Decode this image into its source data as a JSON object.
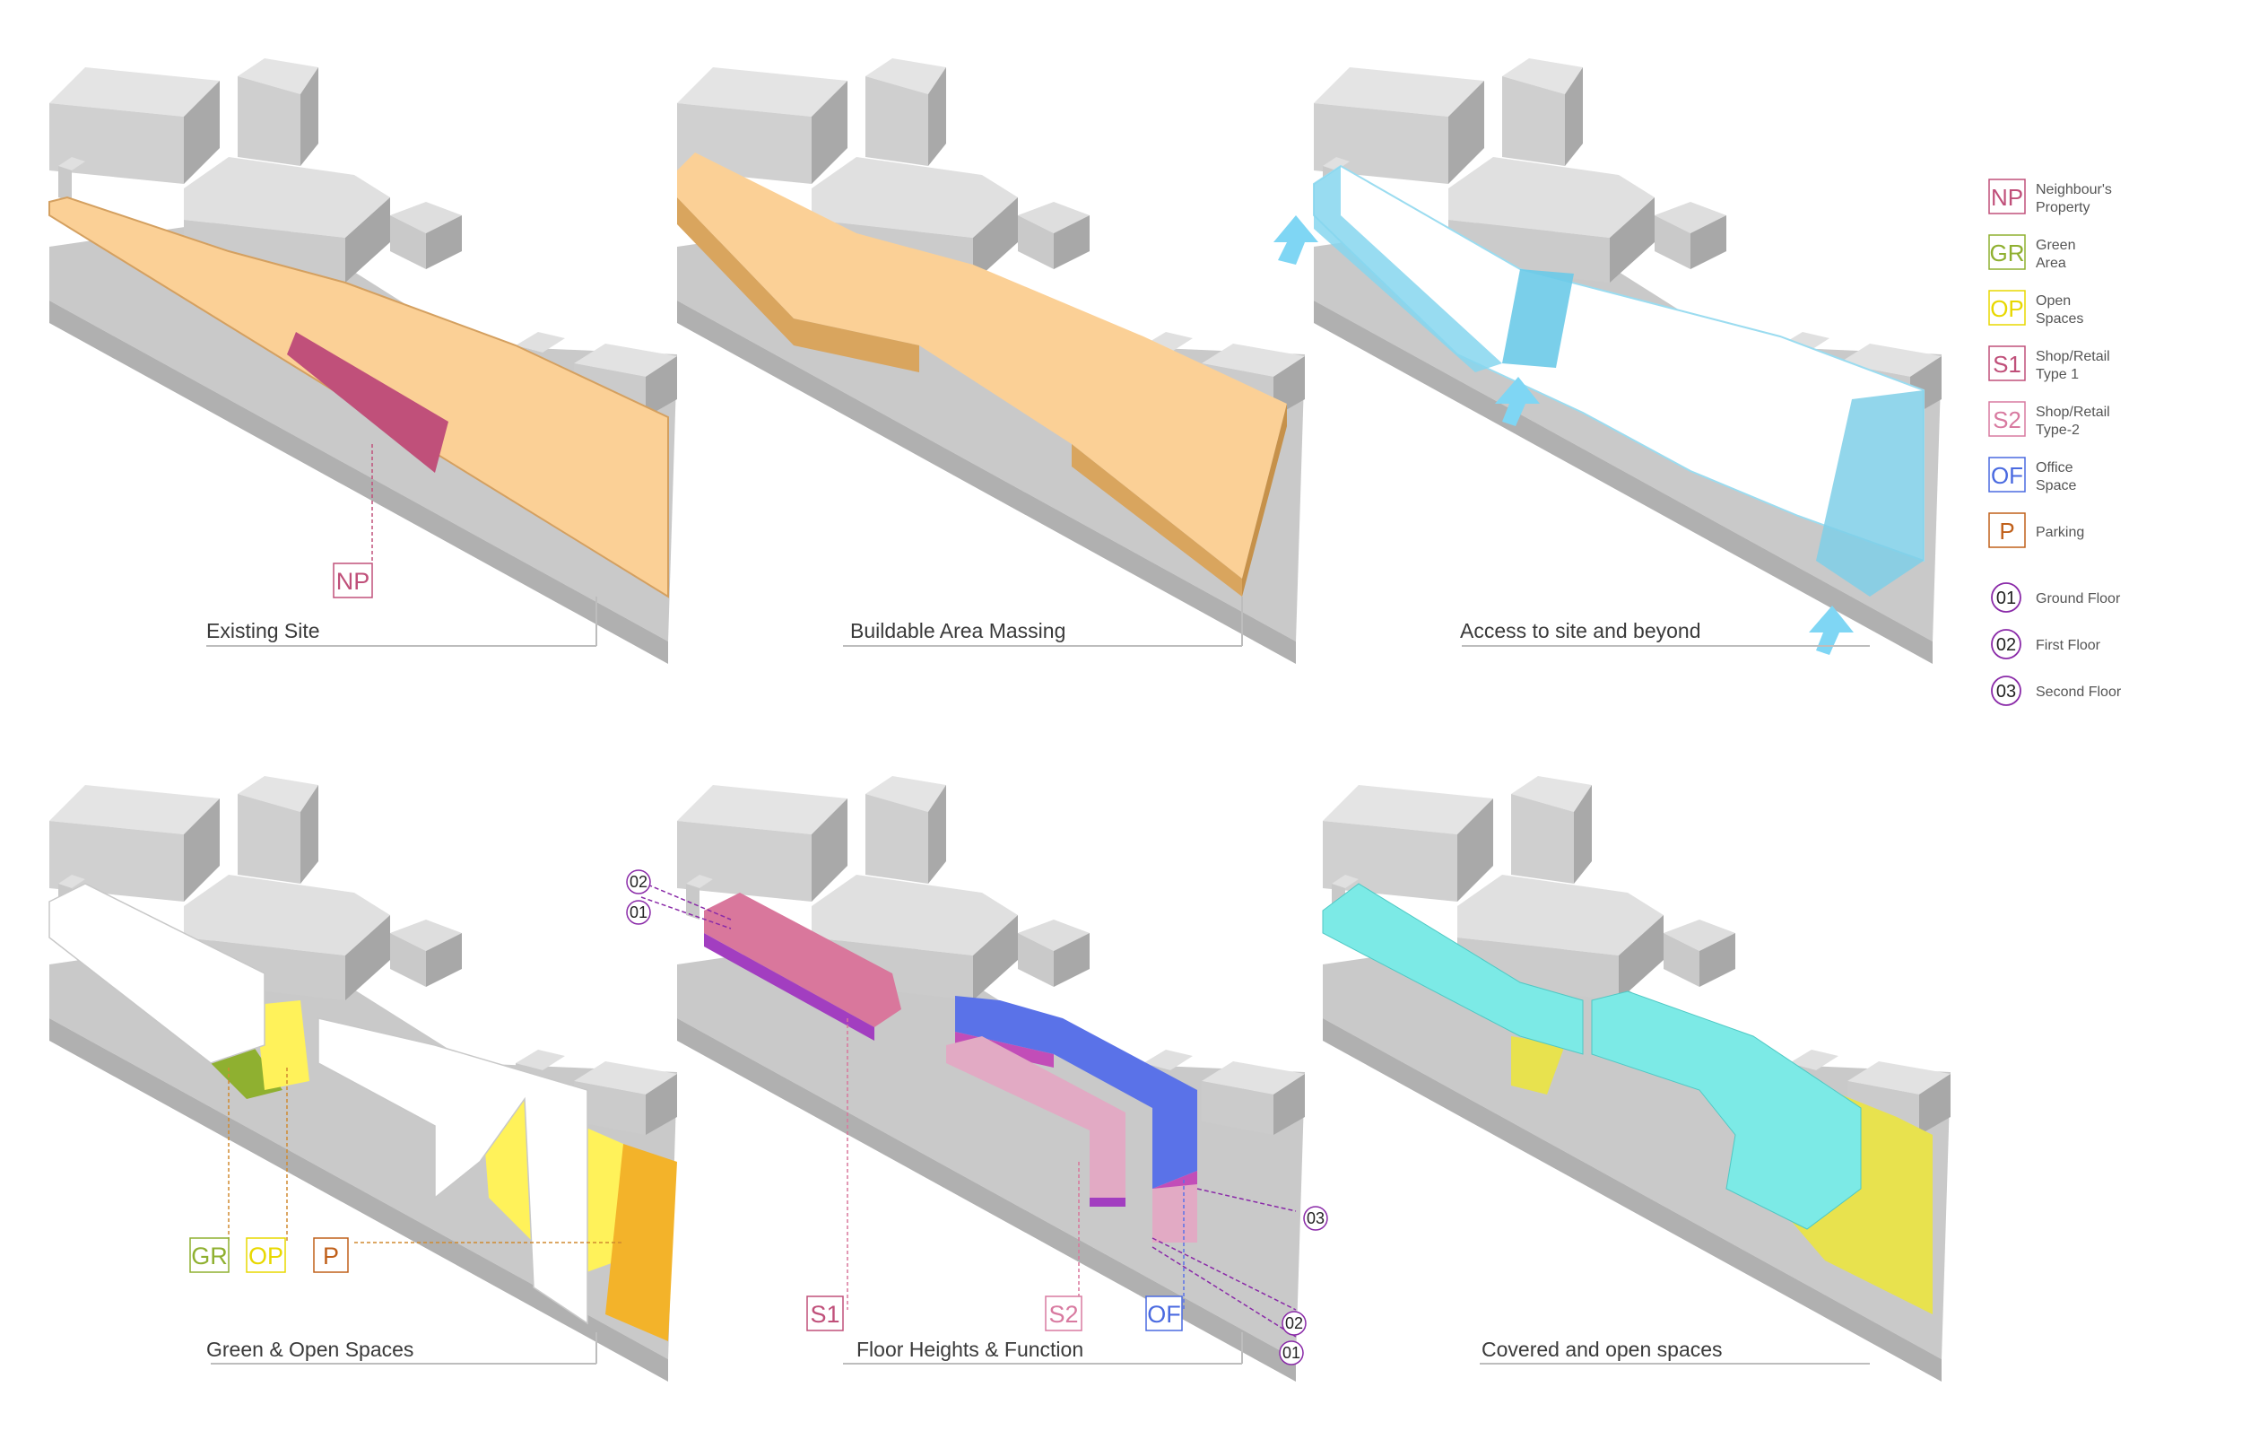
{
  "panels": {
    "p1": {
      "caption": "Existing Site",
      "np": "NP"
    },
    "p2": {
      "caption": "Buildable Area Massing"
    },
    "p3": {
      "caption": "Access to site and beyond"
    },
    "p4": {
      "caption": "Green & Open Spaces",
      "gr": "GR",
      "op": "OP",
      "p": "P"
    },
    "p5": {
      "caption": "Floor Heights & Function",
      "s1": "S1",
      "s2": "S2",
      "of": "OF",
      "c02a": "02",
      "c01a": "01",
      "c03": "03",
      "c02b": "02",
      "c01b": "01"
    },
    "p6": {
      "caption": "Covered and open spaces"
    }
  },
  "legend": [
    {
      "code": "NP",
      "line1": "Neighbour's",
      "line2": "Property",
      "color": "#c0507a"
    },
    {
      "code": "GR",
      "line1": "Green",
      "line2": "Area",
      "color": "#8fb030"
    },
    {
      "code": "OP",
      "line1": "Open",
      "line2": "Spaces",
      "color": "#e8d800"
    },
    {
      "code": "S1",
      "line1": "Shop/Retail",
      "line2": "Type 1",
      "color": "#c0507a"
    },
    {
      "code": "S2",
      "line1": "Shop/Retail",
      "line2": "Type-2",
      "color": "#d87aa0"
    },
    {
      "code": "OF",
      "line1": "Office",
      "line2": "Space",
      "color": "#4a6ae0"
    },
    {
      "code": "P",
      "line1": "Parking",
      "line2": "",
      "color": "#c0601a"
    },
    {
      "code": "01",
      "line1": "Ground Floor",
      "line2": "",
      "color": "#8a2aa8"
    },
    {
      "code": "02",
      "line1": "First Floor",
      "line2": "",
      "color": "#8a2aa8"
    },
    {
      "code": "03",
      "line1": "Second Floor",
      "line2": "",
      "color": "#8a2aa8"
    }
  ],
  "colors": {
    "site": "#fbd096",
    "site_edge": "#d4a060",
    "building": "#d7d7d7",
    "neighbour": "#c0507a",
    "green": "#8fb030",
    "open": "#fff25a",
    "parking": "#f3b32a",
    "access": "#7fd3ee",
    "shop1": "#d9779c",
    "shop2": "#e2aac4",
    "office": "#5a72e8",
    "covered": "#7ceae6"
  }
}
